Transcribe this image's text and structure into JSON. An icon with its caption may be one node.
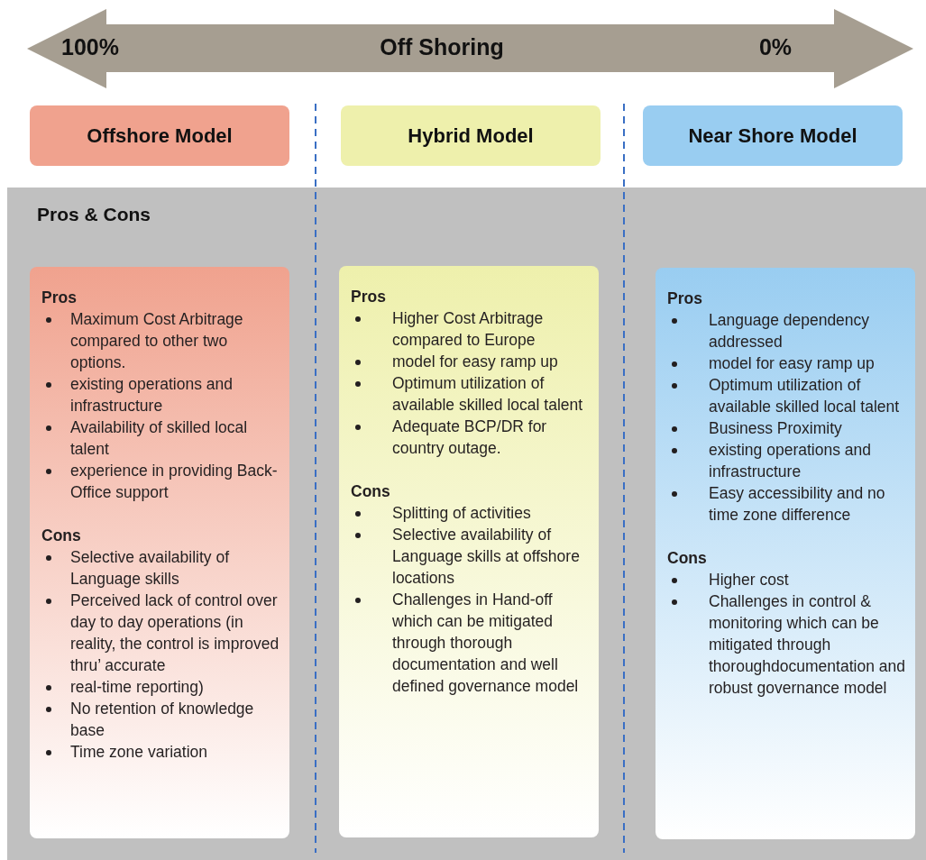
{
  "diagram": {
    "nodes": [
      {
        "text": [
          "100%",
          "Off Shoring",
          "0%"
        ]
      },
      {
        "text": [
          "Offshore Model"
        ]
      },
      {
        "text": [
          "Hybrid Model"
        ]
      },
      {
        "text": [
          "Near Shore Model"
        ]
      },
      {
        "text": [
          "Pros & Cons"
        ]
      },
      {
        "text": [],
        "shape": "box",
        "in": 4
      },
      {
        "text": [
          "Pros",
          "Maximum Cost Arbitrage compared to other  two options.",
          "existing operations and infrastructure",
          "Availability of skilled local talent",
          "experience in providing Back-Office support"
        ],
        "in": 5
      },
      {
        "text": [
          "Cons",
          "Selective availability of Language skills",
          "Perceived lack of control over day to day operations (in reality, the control is improved thru’ accurate",
          "real-time reporting)",
          "No retention of knowledge base",
          "Time zone variation"
        ],
        "in": 5
      },
      {
        "text": [],
        "shape": "box",
        "in": 4
      },
      {
        "text": [
          "Pros",
          "Higher Cost Arbitrage compared to Europe",
          "model for easy ramp up",
          "Optimum utilization of available skilled local talent",
          "Adequate BCP/DR for country outage."
        ],
        "in": 8
      },
      {
        "text": [
          "Cons",
          "Splitting of activities",
          "Selective availability of Language skills at offshore locations",
          "Challenges in Hand-off which can be mitigated through thorough documentation and well defined governance model"
        ],
        "in": 8
      },
      {
        "text": [],
        "shape": "box",
        "in": 4
      },
      {
        "text": [
          "Pros",
          "Language dependency addressed",
          "model for easy ramp up",
          "Optimum utilization of available skilled local talent",
          "Business Proximity",
          "existing operations and infrastructure",
          "Easy accessibility and no time zone difference"
        ],
        "in": 11
      },
      {
        "text": [
          "Cons",
          "Higher cost",
          "Challenges in control & monitoring which can be mitigated through thoroughdocumentation and robust governance model"
        ],
        "in": 11
      }
    ],
    "edges": []
  }
}
